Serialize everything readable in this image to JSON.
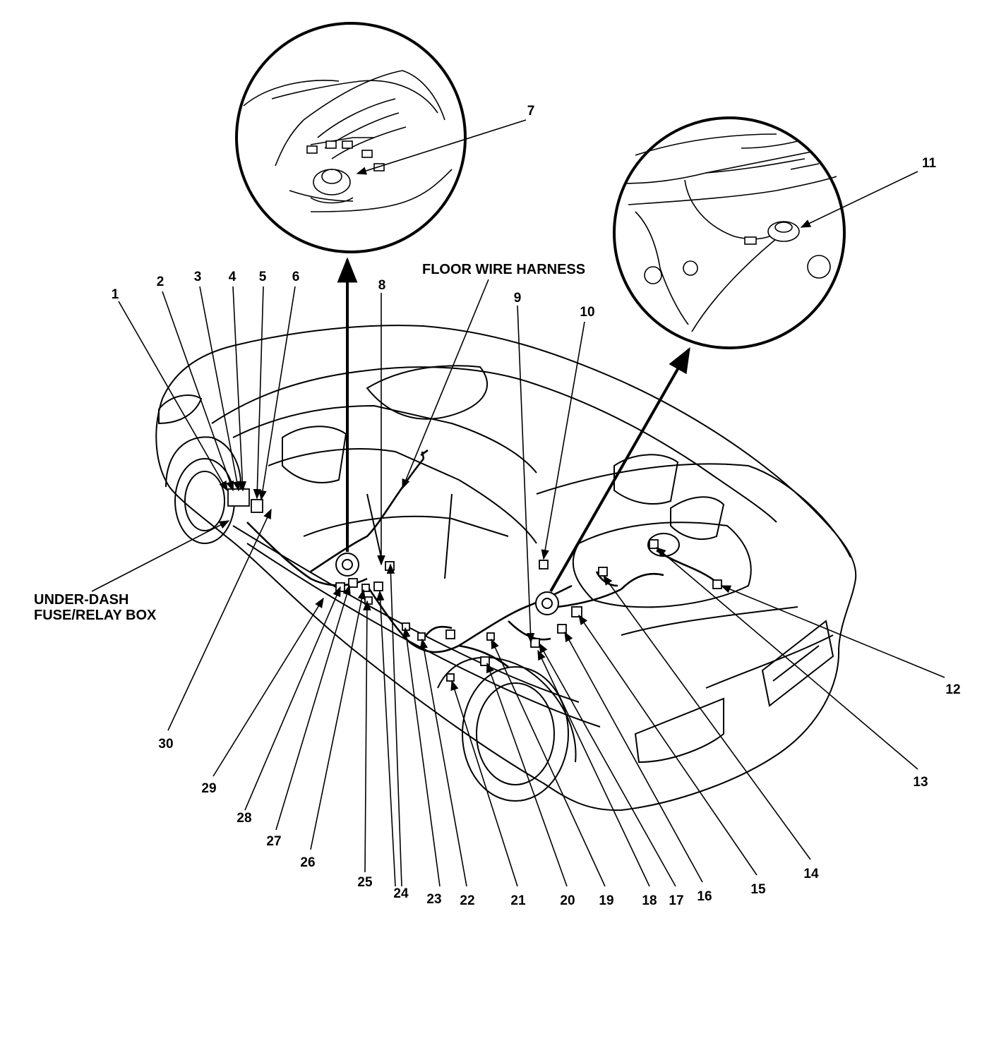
{
  "colors": {
    "ink": "#000000",
    "paper": "#ffffff"
  },
  "labels": {
    "floor_harness": "FLOOR WIRE HARNESS",
    "under_dash_line1": "UNDER-DASH",
    "under_dash_line2": "FUSE/RELAY BOX"
  },
  "callouts": [
    "1",
    "2",
    "3",
    "4",
    "5",
    "6",
    "7",
    "8",
    "9",
    "10",
    "11",
    "12",
    "13",
    "14",
    "15",
    "16",
    "17",
    "18",
    "19",
    "20",
    "21",
    "22",
    "23",
    "24",
    "25",
    "26",
    "27",
    "28",
    "29",
    "30"
  ],
  "icons": [
    "detail-circle-icon",
    "connector-icon",
    "ground-terminal-icon",
    "harness-wire-icon",
    "car-body-outline-icon",
    "arrow-pointer-icon"
  ]
}
